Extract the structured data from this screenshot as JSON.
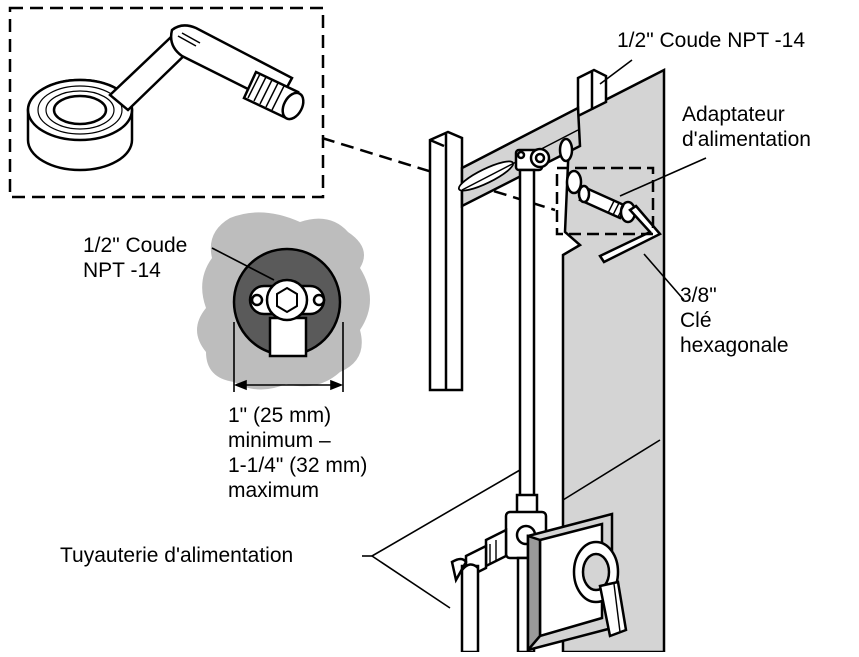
{
  "labels": {
    "elbow_top": "1/2\" Coude NPT -14",
    "adapter_line1": "Adaptateur",
    "adapter_line2": "d'alimentation",
    "elbow_inset_line1": "1/2\" Coude",
    "elbow_inset_line2": "NPT -14",
    "hex_line1": "3/8\"",
    "hex_line2": "Clé",
    "hex_line3": "hexagonale",
    "dim_line1": "1\" (25 mm)",
    "dim_line2": "minimum –",
    "dim_line3": "1-1/4\" (32 mm)",
    "dim_line4": "maximum",
    "supply": "Tuyauterie d'alimentation"
  },
  "colors": {
    "line": "#000000",
    "panel_fill": "#d4d4d4",
    "plaster_fill": "#bdbdbd",
    "dark_fill": "#5a5a5a"
  }
}
